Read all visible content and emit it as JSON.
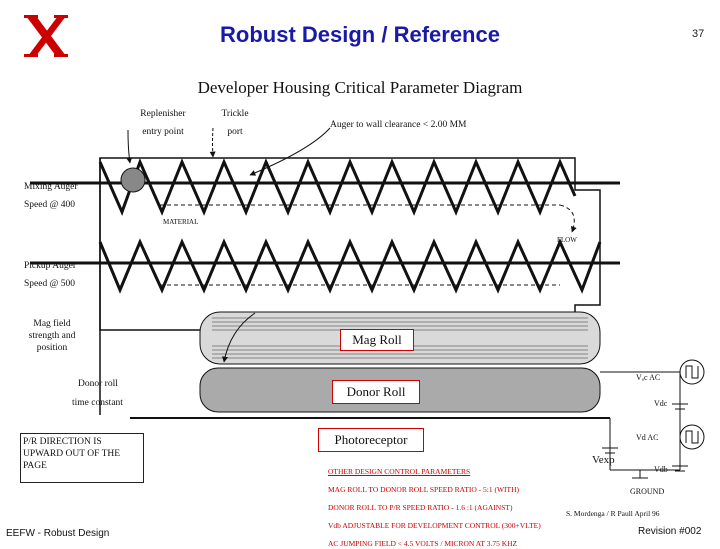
{
  "header": {
    "title": "Robust Design / Reference",
    "slide_number": "37",
    "logo_letter": "X"
  },
  "diagram": {
    "subtitle": "Developer Housing Critical Parameter Diagram",
    "labels": {
      "replenisher_1": "Replenisher",
      "replenisher_2": "entry point",
      "trickle_1": "Trickle",
      "trickle_2": "port",
      "auger_clearance": "Auger to wall clearance < 2.00 MM",
      "mixing_auger": "Mixing Auger",
      "mixing_speed": "Speed @ 400",
      "material": "MATERIAL",
      "flow": "FLOW",
      "pickup_auger": "Pickup Auger",
      "pickup_speed": "Speed @ 500",
      "mag_field_1": "Mag field",
      "mag_field_2": "strength and",
      "mag_field_3": "position",
      "mag_roll": "Mag Roll",
      "donor_roll_1": "Donor roll",
      "donor_roll_2": "time constant",
      "donor_roll_box": "Donor Roll",
      "vac": "Vₐc AC",
      "vdc": "Vdc",
      "photoreceptor": "Photoreceptor",
      "vd_ac": "Vd AC",
      "vexp": "Vexp",
      "vdb": "Vdb",
      "ground": "GROUND",
      "pr_direction": "P/R DIRECTION IS UPWARD OUT OF THE PAGE"
    },
    "control_parameters": {
      "heading": "OTHER DESIGN CONTROL PARAMETERS",
      "lines": [
        "MAG ROLL TO DONOR ROLL SPEED RATIO - 5:1 (WITH)",
        "DONOR ROLL TO P/R SPEED RATIO - 1.6 :1 (AGAINST)",
        "Vdb ADJUSTABLE FOR DEVELOPMENT CONTROL (300+VLTE)",
        "AC JUMPING FIELD < 4.5 VOLTS / MICRON AT 3.75 KHZ"
      ]
    },
    "author": "S. Mordenga / R Paull April 96"
  },
  "footer": {
    "left": "EEFW - Robust Design",
    "right": "Revision #002"
  },
  "colors": {
    "title": "#1a1aa8",
    "accent_red": "#cc0000",
    "roll_gray": "#d9d9d9",
    "donor_gray": "#aaaaaa"
  }
}
